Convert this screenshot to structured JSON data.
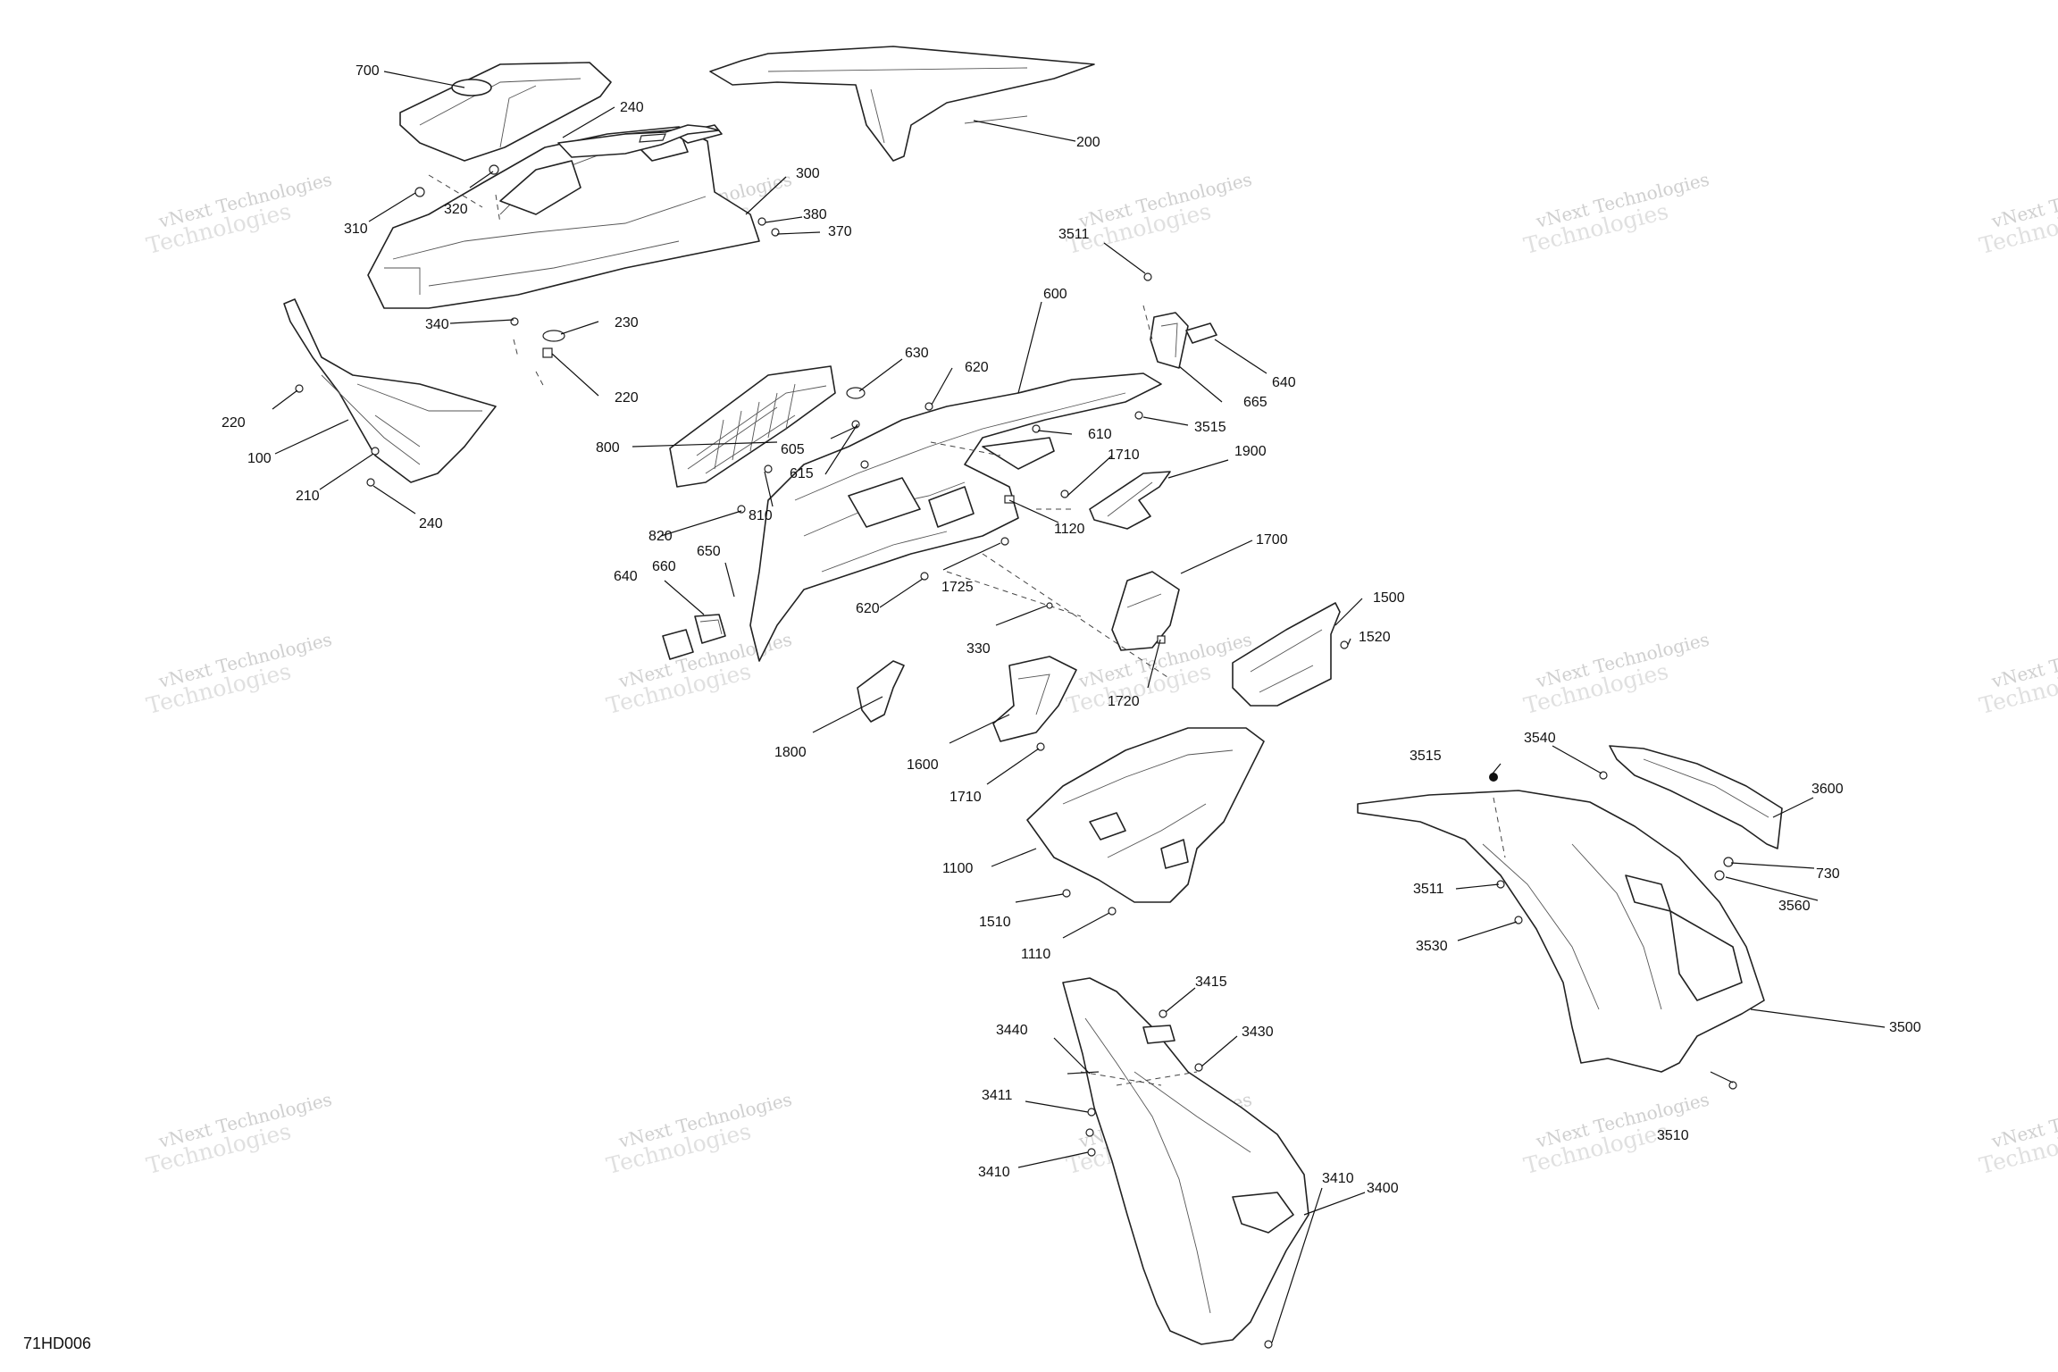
{
  "diagram_code": "71HD006",
  "watermark": {
    "line1": "vNext Technologies",
    "line2": "Technologies"
  },
  "callouts": {
    "c700": "700",
    "c240a": "240",
    "c200": "200",
    "c300": "300",
    "c380": "380",
    "c370": "370",
    "c310": "310",
    "c320": "320",
    "c340": "340",
    "c230": "230",
    "c220a": "220",
    "c220b": "220",
    "c100": "100",
    "c210": "210",
    "c240b": "240",
    "c3511a": "3511",
    "c600": "600",
    "c630": "630",
    "c620a": "620",
    "c640a": "640",
    "c665": "665",
    "c3515a": "3515",
    "c610": "610",
    "c800": "800",
    "c605": "605",
    "c615": "615",
    "c1710a": "1710",
    "c1900": "1900",
    "c810": "810",
    "c820": "820",
    "c1120": "1120",
    "c650": "650",
    "c660": "660",
    "c640b": "640",
    "c1700": "1700",
    "c620b": "620",
    "c1725": "1725",
    "c1500": "1500",
    "c330": "330",
    "c1520": "1520",
    "c1720": "1720",
    "c1800": "1800",
    "c1600": "1600",
    "c1710b": "1710",
    "c1100": "1100",
    "c1510": "1510",
    "c1110": "1110",
    "c3515b": "3515",
    "c3540": "3540",
    "c3600": "3600",
    "c730": "730",
    "c3511b": "3511",
    "c3560": "3560",
    "c3530": "3530",
    "c3500": "3500",
    "c3510": "3510",
    "c3415": "3415",
    "c3440": "3440",
    "c3430": "3430",
    "c3411": "3411",
    "c3410a": "3410",
    "c3400": "3400",
    "c3410b": "3410"
  }
}
